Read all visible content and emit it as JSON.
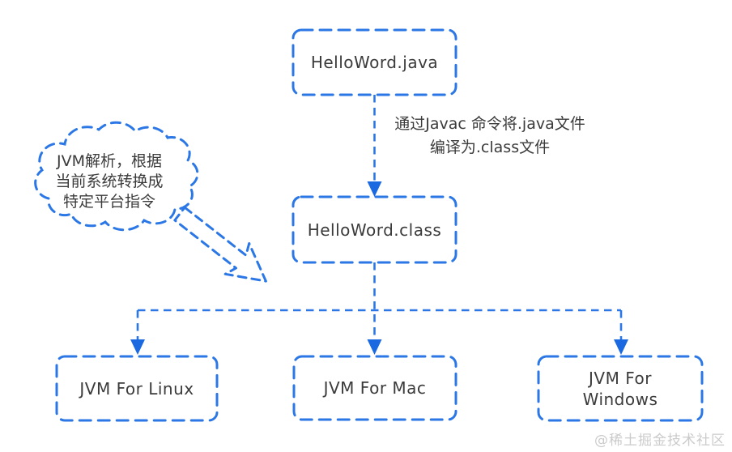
{
  "diagram": {
    "nodes": {
      "java_file": "HelloWord.java",
      "class_file": "HelloWord.class",
      "jvm_linux": "JVM For Linux",
      "jvm_mac": "JVM For Mac",
      "jvm_windows": "JVM For Windows"
    },
    "edge_label": {
      "line1": "通过Javac 命令将.java文件",
      "line2": "编译为.class文件"
    },
    "cloud_note": {
      "line1": "JVM解析，根据",
      "line2": "当前系统转换成",
      "line3": "特定平台指令"
    }
  },
  "watermark": "@稀土掘金技术社区",
  "colors": {
    "line": "#2b77e6",
    "arrow": "#1b69e0",
    "text": "#3b3b3b",
    "watermark": "#cbcbcb",
    "bg": "#ffffff"
  }
}
